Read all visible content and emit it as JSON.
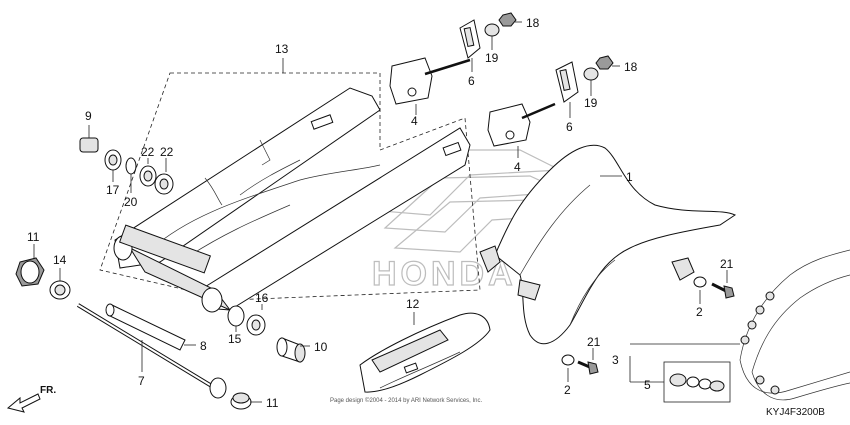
{
  "diagram": {
    "code": "KYJ4F3200B",
    "direction_label": "FR.",
    "copyright": "Page design ©2004 - 2014 by ARI Network Services, Inc.",
    "watermark_brand": "HONDA",
    "callouts": {
      "c1": "1",
      "c2a": "2",
      "c2b": "2",
      "c3": "3",
      "c4a": "4",
      "c4b": "4",
      "c5": "5",
      "c6a": "6",
      "c6b": "6",
      "c7": "7",
      "c8": "8",
      "c9": "9",
      "c10": "10",
      "c11a": "11",
      "c11b": "11",
      "c12": "12",
      "c13": "13",
      "c14": "14",
      "c15": "15",
      "c16": "16",
      "c17": "17",
      "c18a": "18",
      "c18b": "18",
      "c19a": "19",
      "c19b": "19",
      "c20": "20",
      "c21a": "21",
      "c21b": "21",
      "c22a": "22",
      "c22b": "22"
    }
  }
}
